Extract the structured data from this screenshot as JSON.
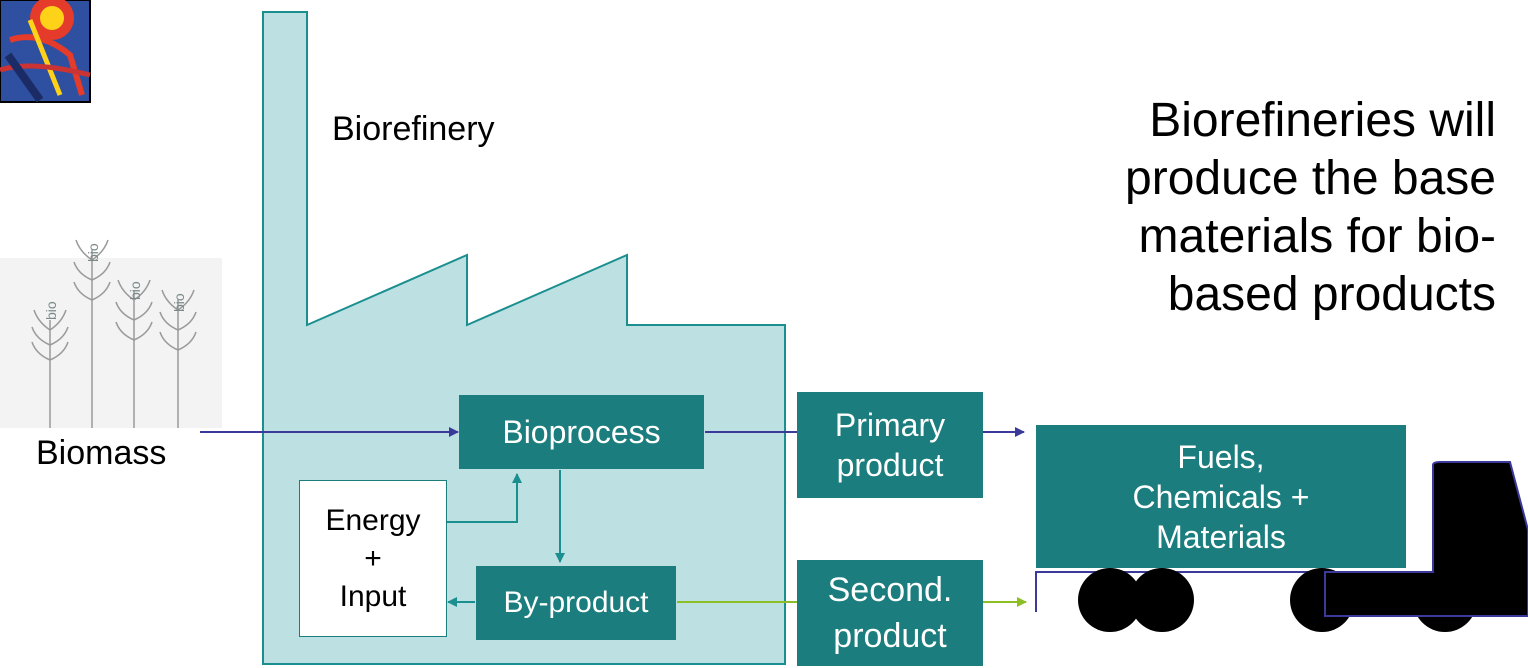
{
  "headline": [
    "Biorefineries will",
    "produce the base",
    "materials for bio-",
    "based products"
  ],
  "factory_label": "Biorefinery",
  "biomass_label": "Biomass",
  "crop_label": "bio",
  "boxes": {
    "bioprocess": "Bioprocess",
    "byproduct": "By-product",
    "energy_input": [
      "Energy",
      "+",
      "Input"
    ],
    "primary_product": [
      "Primary",
      "product"
    ],
    "second_product": [
      "Second.",
      "product"
    ],
    "truck_cargo": [
      "Fuels,",
      "Chemicals +",
      "Materials"
    ]
  },
  "colors": {
    "factory_fill": "#bde0e2",
    "factory_stroke": "#1b8f8f",
    "box_fill": "#1b7d7d",
    "arrow_main": "#3b3a9a",
    "arrow_teal": "#1b8f8f",
    "arrow_green": "#8cbf26"
  }
}
